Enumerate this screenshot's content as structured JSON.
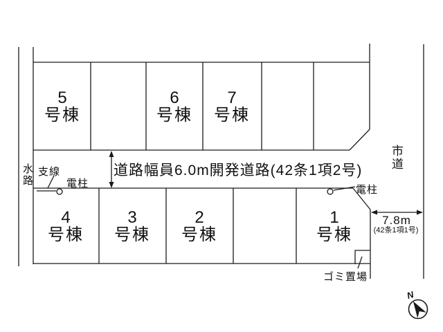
{
  "map": {
    "development_road_label": "道路幅員6.0m開発道路(42条1項2号)",
    "city_road_label": "市道",
    "city_road_width_label": "7.8m",
    "city_road_note": "(42条1項1号)",
    "waterway_label": "水路",
    "guy_wire_label": "支線",
    "pole_left_label": "電柱",
    "pole_right_label": "電柱",
    "garbage_label": "ゴミ置場",
    "compass_north_label": "N",
    "lots": {
      "lot1": {
        "number": "1",
        "type": "号棟"
      },
      "lot2": {
        "number": "2",
        "type": "号棟"
      },
      "lot3": {
        "number": "3",
        "type": "号棟"
      },
      "lot4": {
        "number": "4",
        "type": "号棟"
      },
      "lot5": {
        "number": "5",
        "type": "号棟"
      },
      "lot6": {
        "number": "6",
        "type": "号棟"
      },
      "lot7": {
        "number": "7",
        "type": "号棟"
      }
    },
    "colors": {
      "line": "#1a1a1a",
      "background": "#ffffff"
    }
  }
}
